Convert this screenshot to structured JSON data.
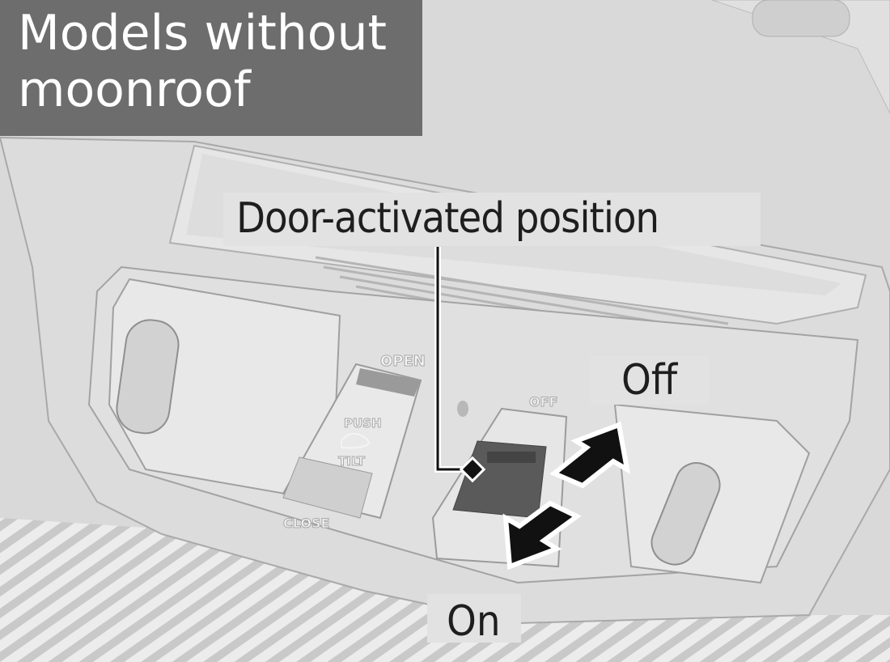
{
  "title": {
    "line1": "Models without",
    "line2": "moonroof"
  },
  "callouts": {
    "door_activated": "Door-activated position",
    "off": "Off",
    "on": "On"
  },
  "switch_markings": {
    "open": "OPEN",
    "push": "PUSH",
    "tilt": "TILT",
    "close": "CLOSE",
    "off": "OFF"
  },
  "colors": {
    "title_bg": "#6d6d6d",
    "label_bg": "#e2e2e2",
    "arrow": "#111111"
  }
}
